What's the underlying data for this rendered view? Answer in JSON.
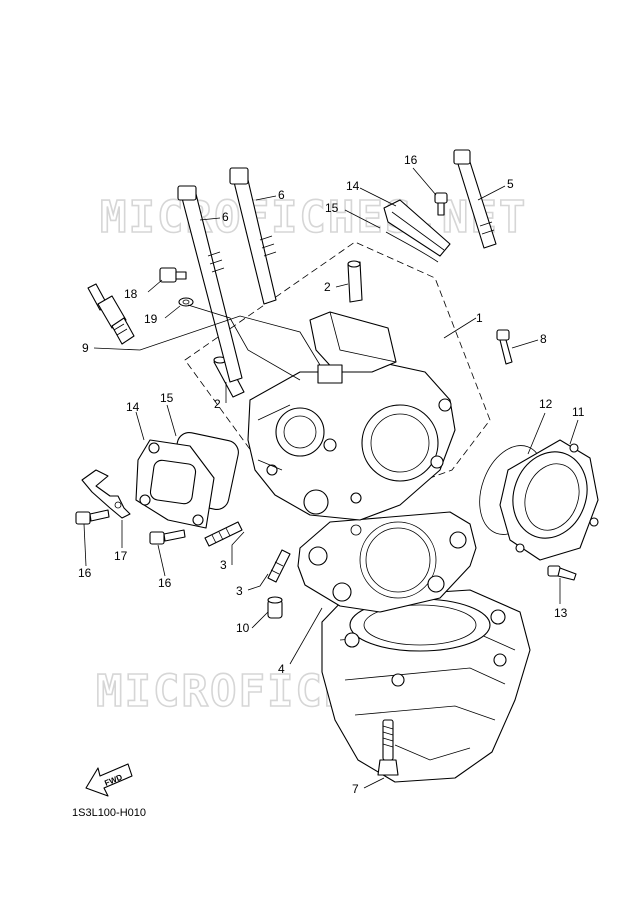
{
  "watermarks": [
    "MICROFICHES.NET",
    "MICROFICHES.NET"
  ],
  "callouts": [
    {
      "label": "1"
    },
    {
      "label": "2"
    },
    {
      "label": "2"
    },
    {
      "label": "3"
    },
    {
      "label": "3"
    },
    {
      "label": "4"
    },
    {
      "label": "5"
    },
    {
      "label": "6"
    },
    {
      "label": "6"
    },
    {
      "label": "7"
    },
    {
      "label": "8"
    },
    {
      "label": "9"
    },
    {
      "label": "10"
    },
    {
      "label": "11"
    },
    {
      "label": "12"
    },
    {
      "label": "13"
    },
    {
      "label": "14"
    },
    {
      "label": "14"
    },
    {
      "label": "15"
    },
    {
      "label": "15"
    },
    {
      "label": "16"
    },
    {
      "label": "16"
    },
    {
      "label": "16"
    },
    {
      "label": "17"
    },
    {
      "label": "18"
    },
    {
      "label": "19"
    }
  ],
  "fwd_label": "FWD",
  "diagram_code": "1S3L100-H010"
}
